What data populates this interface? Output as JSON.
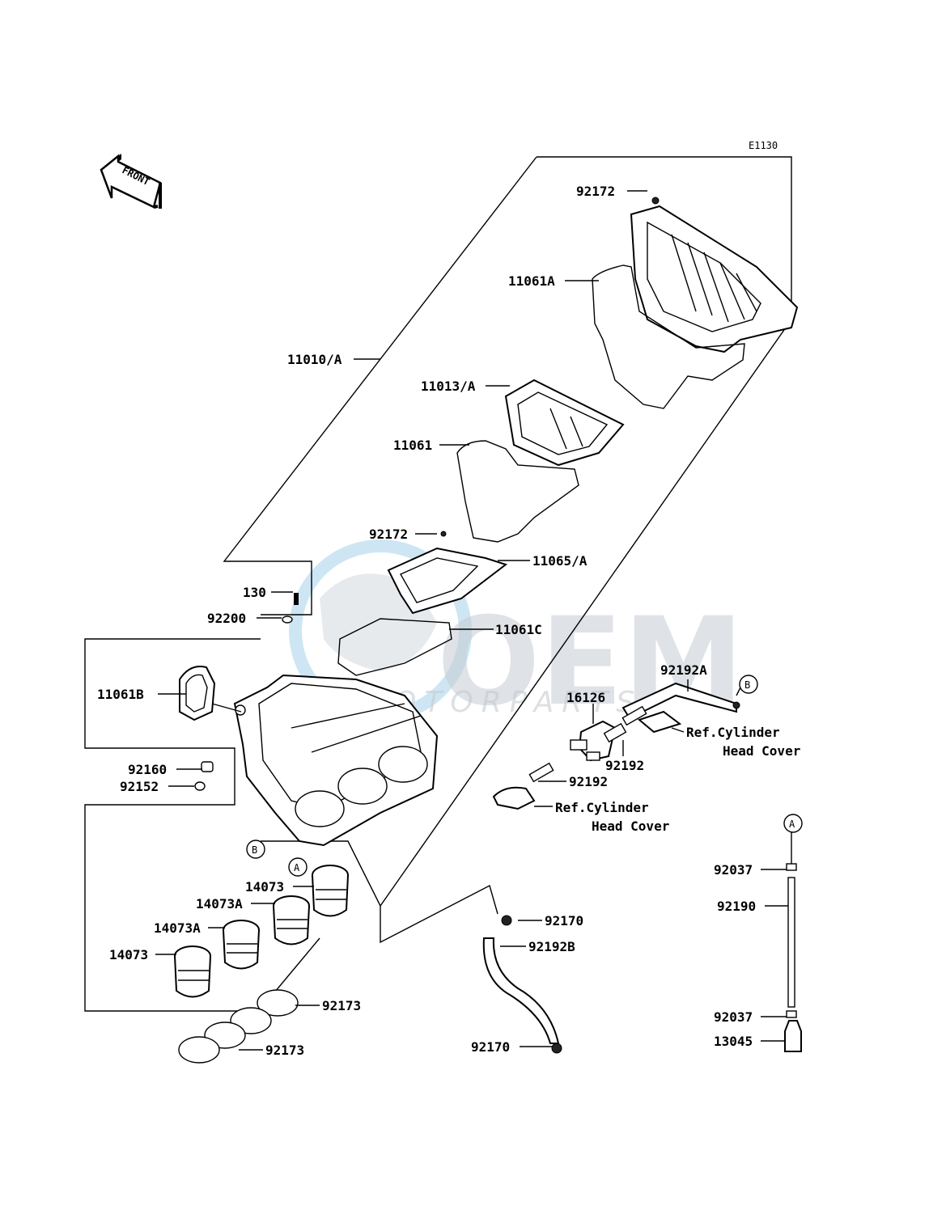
{
  "diagram_code": "E1130",
  "front_label": "FRONT",
  "watermark": {
    "brand": "OEM",
    "subtitle": "MOTORPARTS"
  },
  "callouts": {
    "c92172_top": "92172",
    "c11061A": "11061A",
    "c11010A": "11010/A",
    "c11013A": "11013/A",
    "c11061": "11061",
    "c92172_mid": "92172",
    "c11065A": "11065/A",
    "c130": "130",
    "c92200": "92200",
    "c11061C": "11061C",
    "c11061B": "11061B",
    "c92160": "92160",
    "c92152": "92152",
    "c14073_a": "14073",
    "c14073A_a": "14073A",
    "c14073A_b": "14073A",
    "c14073_b": "14073",
    "c92173_a": "92173",
    "c92173_b": "92173",
    "c92192A": "92192A",
    "c16126": "16126",
    "c92192_a": "92192",
    "c92192_b": "92192",
    "c92170_a": "92170",
    "c92192B": "92192B",
    "c92170_b": "92170",
    "c92037_a": "92037",
    "c92190": "92190",
    "c92037_b": "92037",
    "c13045": "13045"
  },
  "refs": {
    "ref1_line1": "Ref.Cylinder",
    "ref1_line2": "Head Cover",
    "ref2_line1": "Ref.Cylinder",
    "ref2_line2": "Head Cover"
  },
  "connectors": {
    "A": "A",
    "B": "B"
  }
}
